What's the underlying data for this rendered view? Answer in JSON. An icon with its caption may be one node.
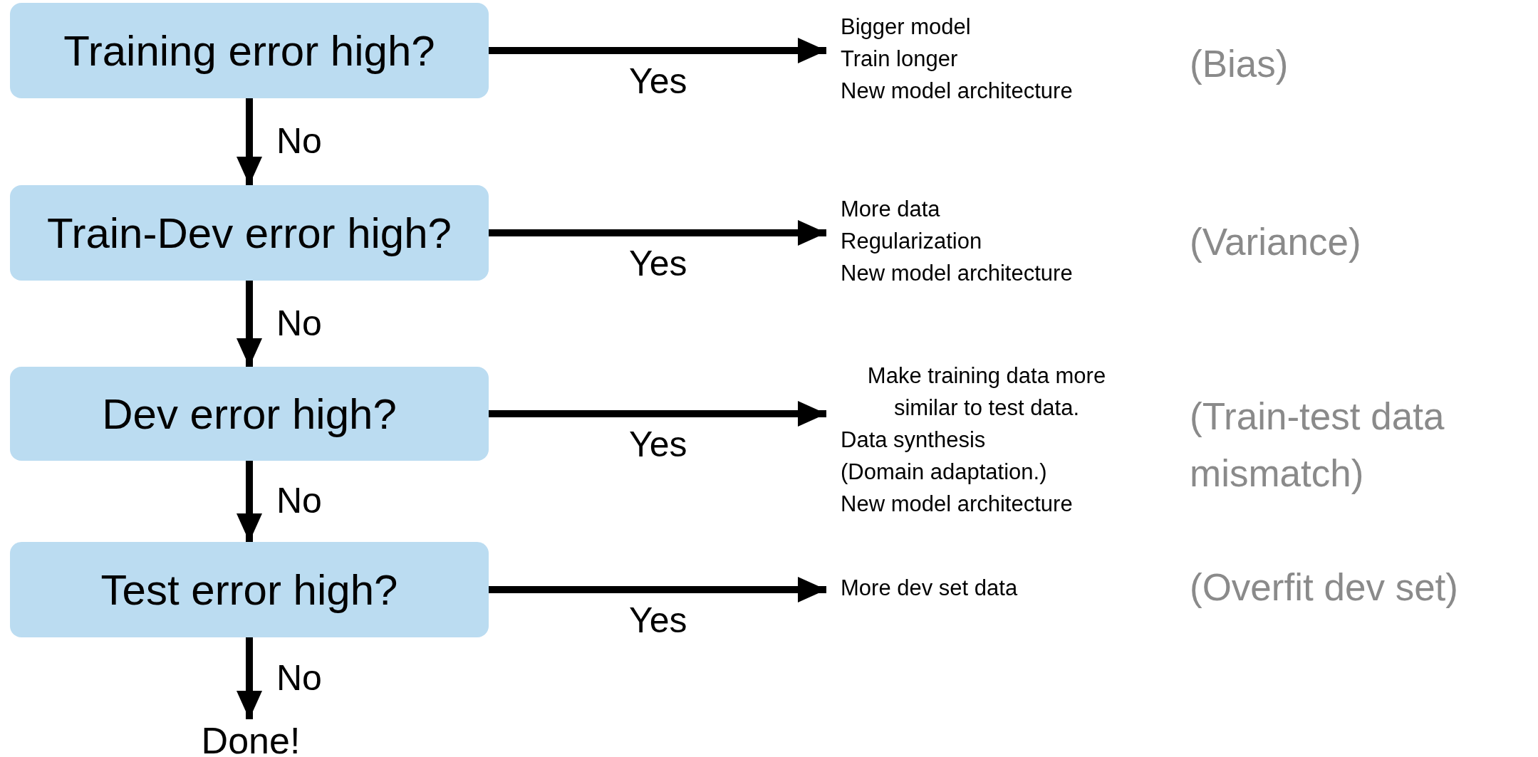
{
  "diagram": {
    "nodes": [
      {
        "text": [
          "Training error high?"
        ]
      },
      {
        "text": [
          "Bigger model",
          "Train longer",
          "New model architecture"
        ]
      },
      {
        "text": [
          "Train-Dev error high?"
        ]
      },
      {
        "text": [
          "More data",
          "Regularization",
          "New model architecture"
        ]
      },
      {
        "text": [
          "Dev error high?"
        ]
      },
      {
        "text": [
          "Make training data more similar to test data.",
          "Data synthesis (Domain adaptation.)",
          "New model architecture"
        ]
      },
      {
        "text": [
          "Test error high?"
        ]
      },
      {
        "text": [
          "More dev set data"
        ]
      },
      {
        "text": [
          "Done!"
        ]
      }
    ],
    "edges": [
      {
        "from": 0,
        "to": 1,
        "arrow": "to",
        "label": "Yes"
      },
      {
        "from": 0,
        "to": 2,
        "arrow": "to",
        "label": "No"
      },
      {
        "from": 2,
        "to": 3,
        "arrow": "to",
        "label": "Yes"
      },
      {
        "from": 2,
        "to": 4,
        "arrow": "to",
        "label": "No"
      },
      {
        "from": 4,
        "to": 5,
        "arrow": "to",
        "label": "Yes"
      },
      {
        "from": 4,
        "to": 6,
        "arrow": "to",
        "label": "No"
      },
      {
        "from": 6,
        "to": 7,
        "arrow": "to",
        "label": "Yes"
      },
      {
        "from": 6,
        "to": 8,
        "arrow": "to",
        "label": "No"
      }
    ],
    "labels": [
      "(Bias)",
      "(Variance)",
      "(Train-test data mismatch)",
      "(Overfit dev set)"
    ]
  }
}
